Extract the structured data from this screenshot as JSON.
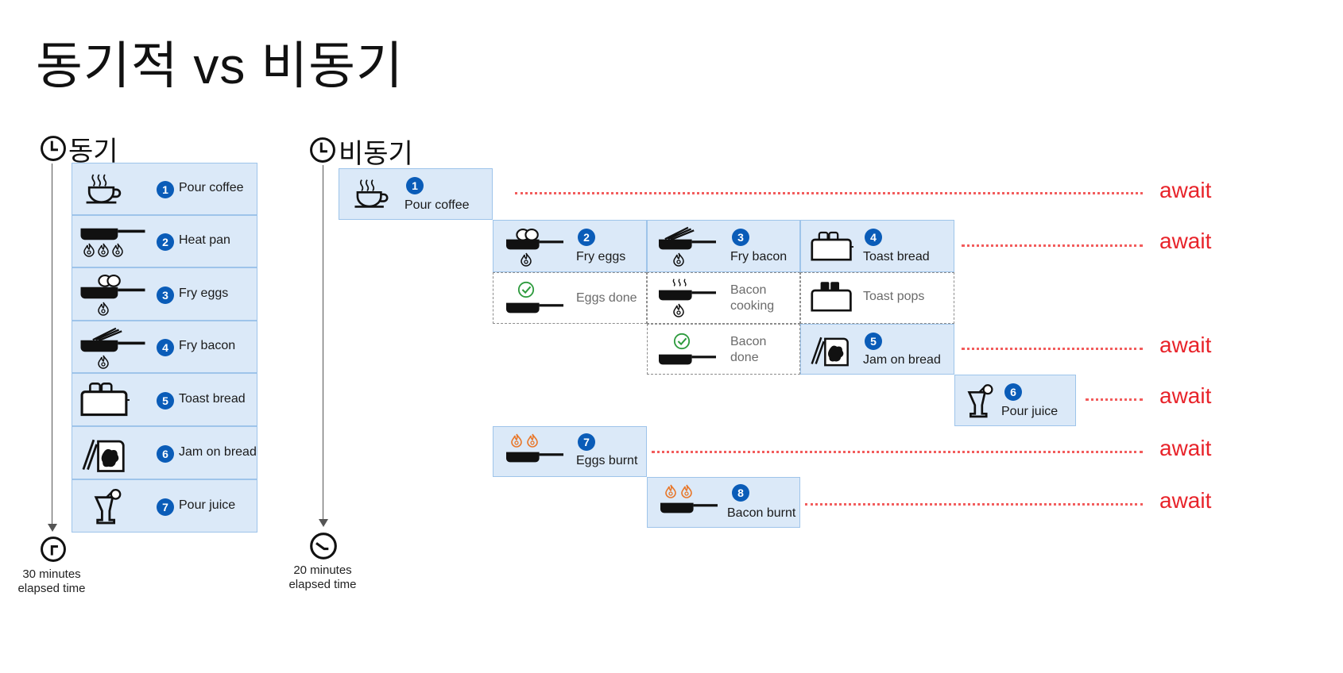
{
  "title": "동기적 vs 비동기",
  "sync": {
    "label": "동기",
    "elapsed_line1": "30 minutes",
    "elapsed_line2": "elapsed time",
    "steps": [
      {
        "num": "1",
        "label": "Pour coffee",
        "icon": "coffee-cup-icon"
      },
      {
        "num": "2",
        "label": "Heat pan",
        "icon": "heat-pan-icon"
      },
      {
        "num": "3",
        "label": "Fry eggs",
        "icon": "fry-eggs-icon"
      },
      {
        "num": "4",
        "label": "Fry bacon",
        "icon": "fry-bacon-icon"
      },
      {
        "num": "5",
        "label": "Toast bread",
        "icon": "toaster-icon"
      },
      {
        "num": "6",
        "label": "Jam on bread",
        "icon": "jam-bread-icon"
      },
      {
        "num": "7",
        "label": "Pour juice",
        "icon": "juice-glass-icon"
      }
    ]
  },
  "async": {
    "label": "비동기",
    "elapsed_line1": "20 minutes",
    "elapsed_line2": "elapsed time",
    "tasks": {
      "pour_coffee": {
        "num": "1",
        "label": "Pour coffee"
      },
      "fry_eggs": {
        "num": "2",
        "label": "Fry eggs"
      },
      "fry_bacon": {
        "num": "3",
        "label": "Fry bacon"
      },
      "toast_bread": {
        "num": "4",
        "label": "Toast bread"
      },
      "jam_on_bread": {
        "num": "5",
        "label": "Jam on bread"
      },
      "pour_juice": {
        "num": "6",
        "label": "Pour juice"
      },
      "eggs_burnt": {
        "num": "7",
        "label": "Eggs burnt"
      },
      "bacon_burnt": {
        "num": "8",
        "label": "Bacon burnt"
      }
    },
    "states": {
      "eggs_done": "Eggs done",
      "bacon_cooking_1": "Bacon",
      "bacon_cooking_2": "cooking",
      "toast_pops": "Toast pops",
      "bacon_done_1": "Bacon",
      "bacon_done_2": "done"
    },
    "await_label": "await"
  },
  "colors": {
    "await_red": "#e8232a",
    "badge_blue": "#0a5cb8",
    "cell_fill": "#dbe9f8",
    "cell_border": "#9ec4ea"
  }
}
